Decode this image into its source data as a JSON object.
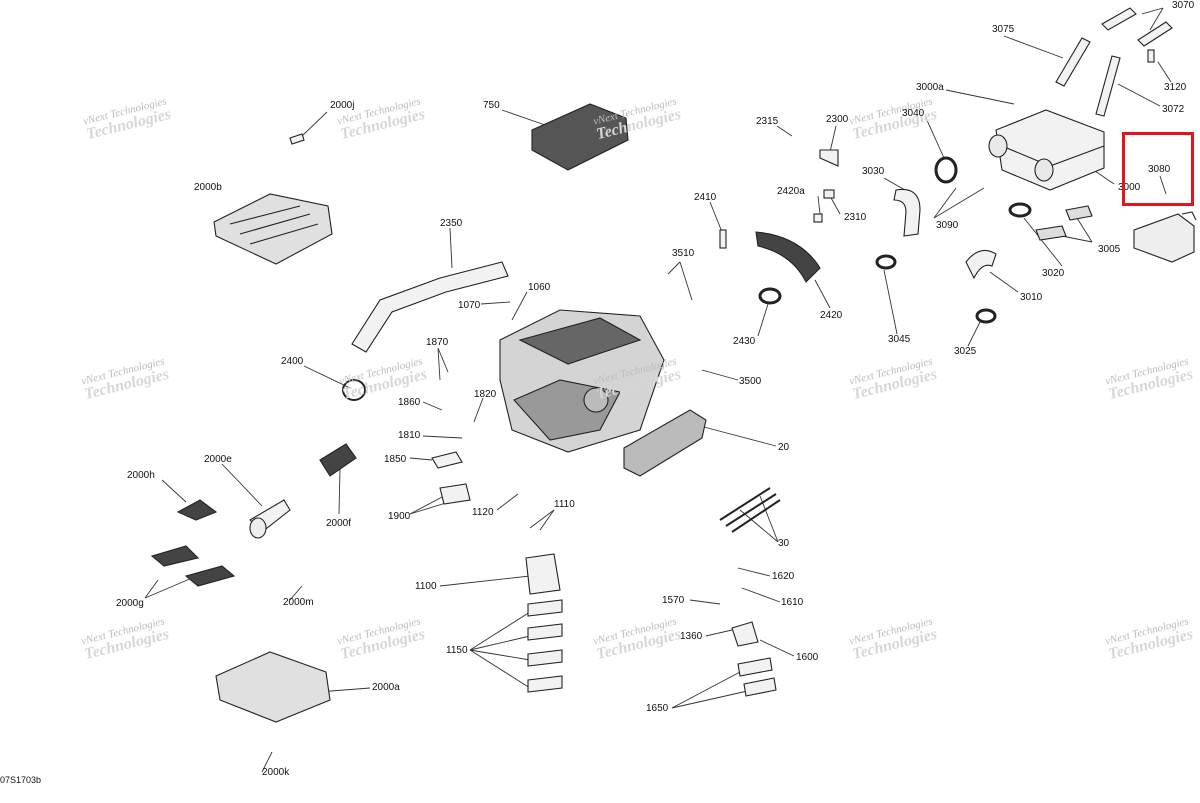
{
  "diagram": {
    "ref_code": "07S1703b",
    "watermark": {
      "line1": "vNext Technologies",
      "line2": "Technologies"
    },
    "highlight_color": "#e3141b",
    "highlighted_part": "3080",
    "parts": [
      {
        "id": "p3070",
        "label": "3070"
      },
      {
        "id": "p3075",
        "label": "3075"
      },
      {
        "id": "p3120",
        "label": "3120"
      },
      {
        "id": "p3072",
        "label": "3072"
      },
      {
        "id": "p3000a",
        "label": "3000a"
      },
      {
        "id": "p3040",
        "label": "3040"
      },
      {
        "id": "p3080",
        "label": "3080"
      },
      {
        "id": "p3000",
        "label": "3000"
      },
      {
        "id": "p2000j",
        "label": "2000j"
      },
      {
        "id": "p750",
        "label": "750"
      },
      {
        "id": "p2315",
        "label": "2315"
      },
      {
        "id": "p2300",
        "label": "2300"
      },
      {
        "id": "p3030",
        "label": "3030"
      },
      {
        "id": "p2000b",
        "label": "2000b"
      },
      {
        "id": "p2420a",
        "label": "2420a"
      },
      {
        "id": "p2310",
        "label": "2310"
      },
      {
        "id": "p3090",
        "label": "3090"
      },
      {
        "id": "p2410",
        "label": "2410"
      },
      {
        "id": "p3005",
        "label": "3005"
      },
      {
        "id": "p2350",
        "label": "2350"
      },
      {
        "id": "p3010",
        "label": "3010"
      },
      {
        "id": "p3020",
        "label": "3020"
      },
      {
        "id": "p3510",
        "label": "3510"
      },
      {
        "id": "p1060",
        "label": "1060"
      },
      {
        "id": "p1070",
        "label": "1070"
      },
      {
        "id": "p2420",
        "label": "2420"
      },
      {
        "id": "p3025",
        "label": "3025"
      },
      {
        "id": "p2430",
        "label": "2430"
      },
      {
        "id": "p3045",
        "label": "3045"
      },
      {
        "id": "p1870",
        "label": "1870"
      },
      {
        "id": "p2400",
        "label": "2400"
      },
      {
        "id": "p3500",
        "label": "3500"
      },
      {
        "id": "p1820",
        "label": "1820"
      },
      {
        "id": "p1860",
        "label": "1860"
      },
      {
        "id": "p1810",
        "label": "1810"
      },
      {
        "id": "p20",
        "label": "20"
      },
      {
        "id": "p1850",
        "label": "1850"
      },
      {
        "id": "p2000e",
        "label": "2000e"
      },
      {
        "id": "p2000h",
        "label": "2000h"
      },
      {
        "id": "p1900",
        "label": "1900"
      },
      {
        "id": "p1120",
        "label": "1120"
      },
      {
        "id": "p1110",
        "label": "1110"
      },
      {
        "id": "p2000f",
        "label": "2000f"
      },
      {
        "id": "p30",
        "label": "30"
      },
      {
        "id": "p1100",
        "label": "1100"
      },
      {
        "id": "p1620",
        "label": "1620"
      },
      {
        "id": "p2000g",
        "label": "2000g"
      },
      {
        "id": "p2000m",
        "label": "2000m"
      },
      {
        "id": "p1570",
        "label": "1570"
      },
      {
        "id": "p1610",
        "label": "1610"
      },
      {
        "id": "p1360",
        "label": "1360"
      },
      {
        "id": "p1150",
        "label": "1150"
      },
      {
        "id": "p1600",
        "label": "1600"
      },
      {
        "id": "p2000a",
        "label": "2000a"
      },
      {
        "id": "p1650",
        "label": "1650"
      },
      {
        "id": "p2000k",
        "label": "2000k"
      }
    ]
  }
}
